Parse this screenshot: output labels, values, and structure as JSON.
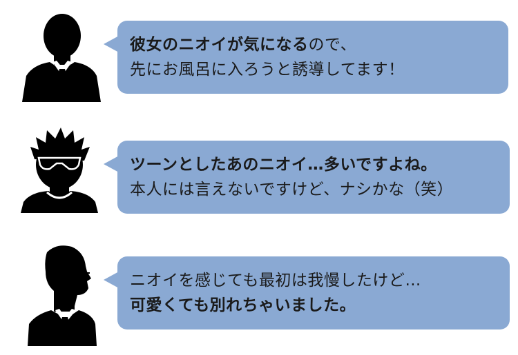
{
  "testimonials": [
    {
      "avatar_icon": "businessman-silhouette-icon",
      "line1_bold": "彼女のニオイが気になる",
      "line1_rest": "ので、",
      "line2": "先にお風呂に入ろうと誘導してます！"
    },
    {
      "avatar_icon": "sunglasses-man-silhouette-icon",
      "line1_bold": "ツーンとしたあのニオイ…多いですよね。",
      "line2": "本人には言えないですけど、ナシかな（笑）"
    },
    {
      "avatar_icon": "profile-man-glasses-silhouette-icon",
      "line1": "ニオイを感じても最初は我慢したけど…",
      "line2_bold": "可愛くても別れちゃいました。"
    }
  ],
  "colors": {
    "bubble": "#8aa9d3",
    "silhouette": "#000000",
    "text": "#1a1a1a"
  }
}
